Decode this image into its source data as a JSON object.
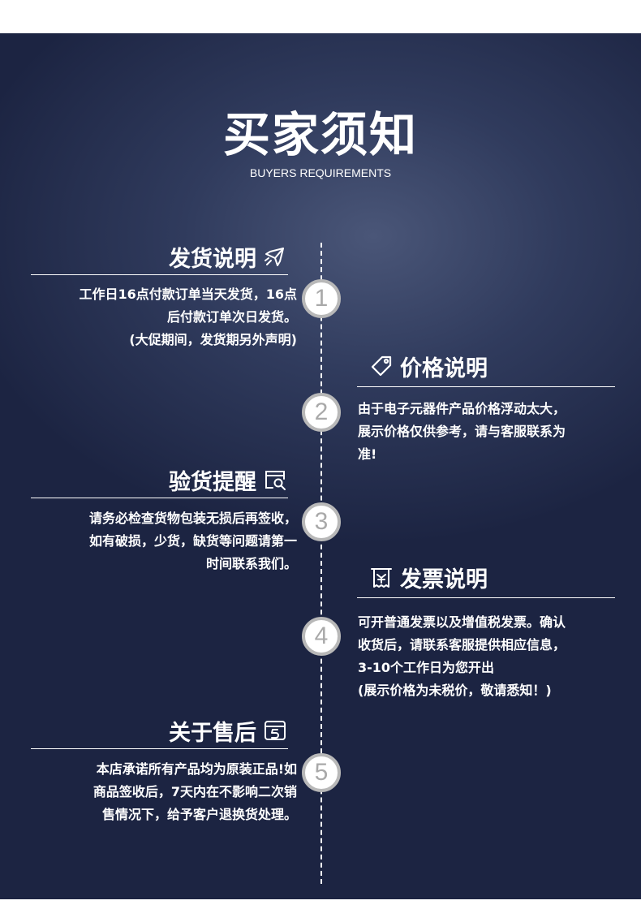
{
  "title": "买家须知",
  "subtitle": "BUYERS REQUIREMENTS",
  "sections": [
    {
      "number": "1",
      "heading": "发货说明",
      "icon": "airplane-icon",
      "lines": [
        "工作日16点付款订单当天发货，16点",
        "后付款订单次日发货。",
        "(大促期间，发货期另外声明)"
      ]
    },
    {
      "number": "2",
      "heading": "价格说明",
      "icon": "price-tag-icon",
      "lines": [
        "由于电子元器件产品价格浮动太大，",
        "展示价格仅供参考，请与客服联系为",
        "准!"
      ]
    },
    {
      "number": "3",
      "heading": "验货提醒",
      "icon": "inspect-icon",
      "lines": [
        "请务必检查货物包装无损后再签收，",
        "如有破损，少货，缺货等问题请第一",
        "时间联系我们。"
      ]
    },
    {
      "number": "4",
      "heading": "发票说明",
      "icon": "receipt-icon",
      "lines": [
        "可开普通发票以及增值税发票。确认",
        "收货后，请联系客服提供相应信息，",
        "3-10个工作日为您开出",
        "(展示价格为未税价，敬请悉知！)"
      ]
    },
    {
      "number": "5",
      "heading": "关于售后",
      "icon": "return-box-icon",
      "lines": [
        "本店承诺所有产品均为原装正品!如",
        "商品签收后，7天内在不影响二次销",
        "售情况下，给予客户退换货处理。"
      ]
    }
  ]
}
